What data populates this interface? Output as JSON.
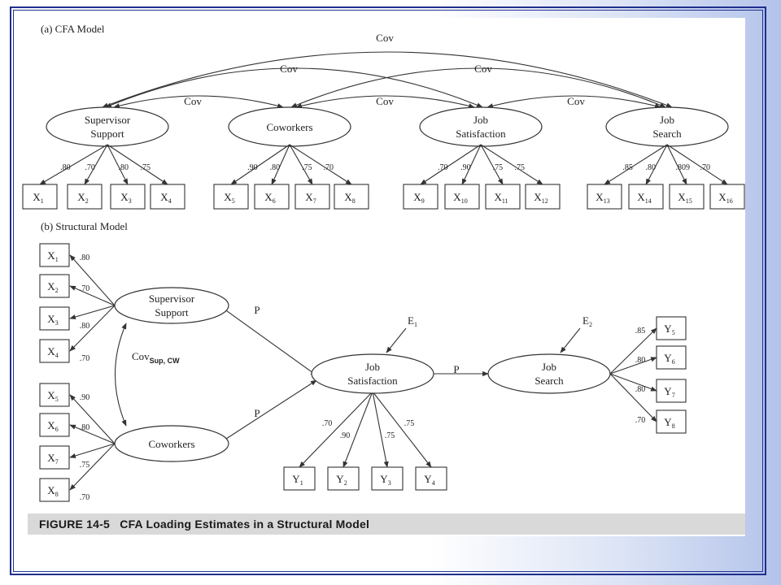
{
  "panels": {
    "cfa_title": "(a) CFA Model",
    "structural_title": "(b) Structural Model"
  },
  "cfa": {
    "constructs": [
      {
        "id": "supervisor",
        "lines": [
          "Supervisor",
          "Support"
        ]
      },
      {
        "id": "coworkers",
        "lines": [
          "Coworkers"
        ]
      },
      {
        "id": "job-satisfaction",
        "lines": [
          "Job",
          "Satisfaction"
        ]
      },
      {
        "id": "job-search",
        "lines": [
          "Job",
          "Search"
        ]
      }
    ],
    "indicators": [
      {
        "letter": "X",
        "sub": "1",
        "loading": ".80"
      },
      {
        "letter": "X",
        "sub": "2",
        "loading": ".70"
      },
      {
        "letter": "X",
        "sub": "3",
        "loading": ".80"
      },
      {
        "letter": "X",
        "sub": "4",
        "loading": ".75"
      },
      {
        "letter": "X",
        "sub": "5",
        "loading": ".90"
      },
      {
        "letter": "X",
        "sub": "6",
        "loading": ".80"
      },
      {
        "letter": "X",
        "sub": "7",
        "loading": ".75"
      },
      {
        "letter": "X",
        "sub": "8",
        "loading": ".70"
      },
      {
        "letter": "X",
        "sub": "9",
        "loading": ".70"
      },
      {
        "letter": "X",
        "sub": "10",
        "loading": ".90"
      },
      {
        "letter": "X",
        "sub": "11",
        "loading": ".75"
      },
      {
        "letter": "X",
        "sub": "12",
        "loading": ".75"
      },
      {
        "letter": "X",
        "sub": "13",
        "loading": ".85"
      },
      {
        "letter": "X",
        "sub": "14",
        "loading": ".80"
      },
      {
        "letter": "X",
        "sub": "15",
        "loading": ".809"
      },
      {
        "letter": "X",
        "sub": "16",
        "loading": ".70"
      }
    ],
    "covariances": [
      {
        "from": "supervisor",
        "to": "job-search",
        "label": "Cov"
      },
      {
        "from": "supervisor",
        "to": "job-satisfaction",
        "label": "Cov"
      },
      {
        "from": "coworkers",
        "to": "job-search",
        "label": "Cov"
      },
      {
        "from": "supervisor",
        "to": "coworkers",
        "label": "Cov"
      },
      {
        "from": "coworkers",
        "to": "job-satisfaction",
        "label": "Cov"
      },
      {
        "from": "job-satisfaction",
        "to": "job-search",
        "label": "Cov"
      }
    ]
  },
  "structural": {
    "constructs": [
      {
        "id": "supervisor",
        "lines": [
          "Supervisor",
          "Support"
        ]
      },
      {
        "id": "coworkers",
        "lines": [
          "Coworkers"
        ]
      },
      {
        "id": "job-satisfaction",
        "lines": [
          "Job",
          "Satisfaction"
        ]
      },
      {
        "id": "job-search",
        "lines": [
          "Job",
          "Search"
        ]
      }
    ],
    "exogenous_indicators": [
      {
        "letter": "X",
        "sub": "1",
        "loading": ".80"
      },
      {
        "letter": "X",
        "sub": "2",
        "loading": ".70"
      },
      {
        "letter": "X",
        "sub": "3",
        "loading": ".80"
      },
      {
        "letter": "X",
        "sub": "4",
        "loading": ".70"
      },
      {
        "letter": "X",
        "sub": "5",
        "loading": ".90"
      },
      {
        "letter": "X",
        "sub": "6",
        "loading": ".80"
      },
      {
        "letter": "X",
        "sub": "7",
        "loading": ".75"
      },
      {
        "letter": "X",
        "sub": "8",
        "loading": ".70"
      }
    ],
    "endogenous_indicators": [
      {
        "letter": "Y",
        "sub": "1",
        "loading": ".70"
      },
      {
        "letter": "Y",
        "sub": "2",
        "loading": ".90"
      },
      {
        "letter": "Y",
        "sub": "3",
        "loading": ".75"
      },
      {
        "letter": "Y",
        "sub": "4",
        "loading": ".75"
      },
      {
        "letter": "Y",
        "sub": "5",
        "loading": ".85"
      },
      {
        "letter": "Y",
        "sub": "6",
        "loading": ".80"
      },
      {
        "letter": "Y",
        "sub": "7",
        "loading": ".80"
      },
      {
        "letter": "Y",
        "sub": "8",
        "loading": ".70"
      }
    ],
    "paths": [
      {
        "from": "supervisor",
        "to": "job-satisfaction",
        "label": "P"
      },
      {
        "from": "coworkers",
        "to": "job-satisfaction",
        "label": "P"
      },
      {
        "from": "job-satisfaction",
        "to": "job-search",
        "label": "P"
      }
    ],
    "errors": [
      {
        "letter": "E",
        "sub": "1",
        "target": "job-satisfaction"
      },
      {
        "letter": "E",
        "sub": "2",
        "target": "job-search"
      }
    ],
    "exogenous_cov": {
      "label": "Cov",
      "sub": "Sup, CW"
    }
  },
  "caption": {
    "text": "FIGURE 14-5   CFA Loading Estimates in a Structural Model"
  }
}
